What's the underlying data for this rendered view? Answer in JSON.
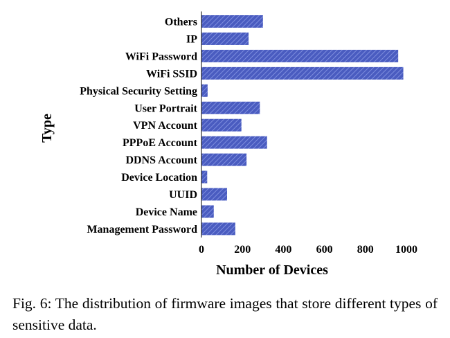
{
  "chart_data": {
    "type": "bar",
    "orientation": "horizontal",
    "categories": [
      "Others",
      "IP",
      "WiFi Password",
      "WiFi SSID",
      "Physical Security Setting",
      "User Portrait",
      "VPN Account",
      "PPPoE Account",
      "DDNS Account",
      "Device Location",
      "UUID",
      "Device Name",
      "Management Password"
    ],
    "values": [
      300,
      230,
      960,
      985,
      30,
      285,
      195,
      320,
      220,
      28,
      125,
      60,
      165
    ],
    "xlabel": "Number of Devices",
    "ylabel": "Type",
    "xlim": [
      0,
      1050
    ],
    "xticks": [
      0,
      200,
      400,
      600,
      800,
      1000
    ],
    "xtick_labels": [
      "0",
      "200",
      "400",
      "600",
      "800",
      "1000"
    ],
    "grid": false,
    "legend": "none",
    "bar_color": "#4a5cc0",
    "bar_hatch_color": "#6f80da"
  },
  "caption": "Fig. 6: The distribution of firmware images that store different types of sensitive data."
}
